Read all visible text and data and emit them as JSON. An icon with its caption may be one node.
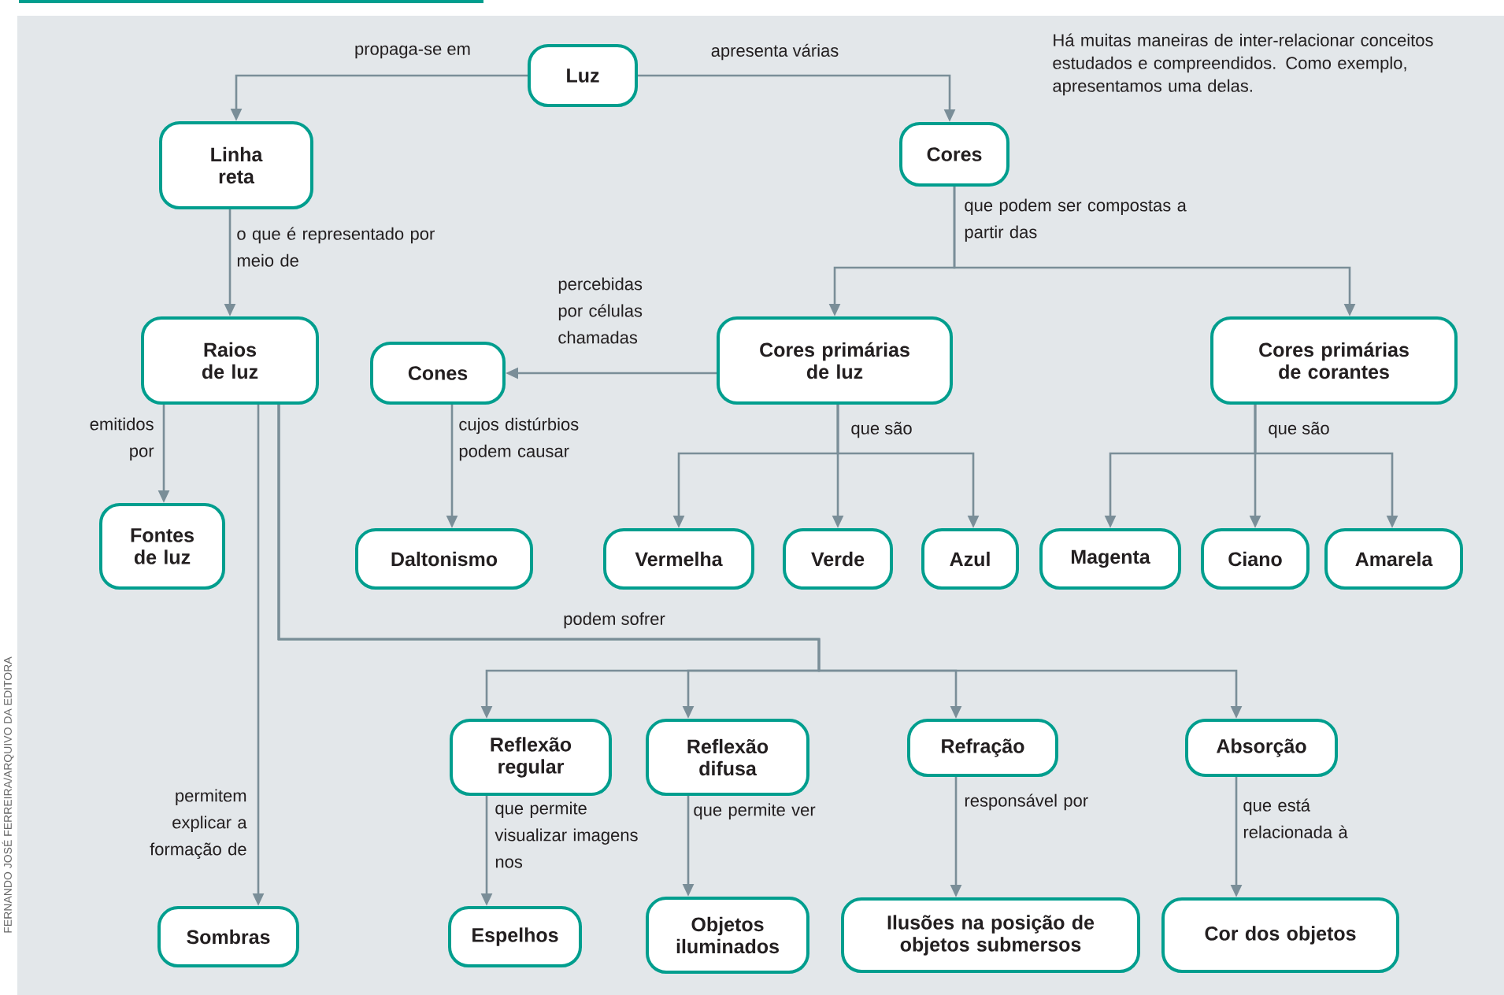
{
  "diagram": {
    "nodes": [
      {
        "text": [
          "Luz"
        ]
      },
      {
        "text": [
          "Linha reta"
        ]
      },
      {
        "text": [
          "Cores"
        ]
      },
      {
        "text": [
          "Raios de luz"
        ]
      },
      {
        "text": [
          "Cones"
        ]
      },
      {
        "text": [
          "Cores primárias de luz"
        ]
      },
      {
        "text": [
          "Cores primárias de corantes"
        ]
      },
      {
        "text": [
          "Fontes de luz"
        ]
      },
      {
        "text": [
          "Daltonismo"
        ]
      },
      {
        "text": [
          "Vermelha"
        ]
      },
      {
        "text": [
          "Verde"
        ]
      },
      {
        "text": [
          "Azul"
        ]
      },
      {
        "text": [
          "Magenta"
        ]
      },
      {
        "text": [
          "Ciano"
        ]
      },
      {
        "text": [
          "Amarela"
        ]
      },
      {
        "text": [
          "Reflexão regular"
        ]
      },
      {
        "text": [
          "Reflexão difusa"
        ]
      },
      {
        "text": [
          "Refração"
        ]
      },
      {
        "text": [
          "Absorção"
        ]
      },
      {
        "text": [
          "Sombras"
        ]
      },
      {
        "text": [
          "Espelhos"
        ]
      },
      {
        "text": [
          "Objetos iluminados"
        ]
      },
      {
        "text": [
          "Ilusões na posição de objetos submersos"
        ]
      },
      {
        "text": [
          "Cor dos objetos"
        ]
      }
    ],
    "edges": [
      {
        "from": 0,
        "to": 1,
        "arrow": "to",
        "label": "propaga-se em"
      },
      {
        "from": 0,
        "to": 2,
        "arrow": "to",
        "label": "apresenta várias"
      },
      {
        "from": 1,
        "to": 3,
        "arrow": "to",
        "label": "o que é representado por meio de"
      },
      {
        "from": 2,
        "to": 5,
        "arrow": "to",
        "label": "que podem ser compostas a partir das"
      },
      {
        "from": 2,
        "to": 6,
        "arrow": "to"
      },
      {
        "from": 5,
        "to": 4,
        "arrow": "to",
        "label": "percebidas por células chamadas"
      },
      {
        "from": 4,
        "to": 8,
        "arrow": "to",
        "label": "cujos distúrbios podem causar"
      },
      {
        "from": 5,
        "to": 9,
        "arrow": "to",
        "label": "que são"
      },
      {
        "from": 5,
        "to": 10,
        "arrow": "to"
      },
      {
        "from": 5,
        "to": 11,
        "arrow": "to"
      },
      {
        "from": 6,
        "to": 12,
        "arrow": "to",
        "label": "que são"
      },
      {
        "from": 6,
        "to": 13,
        "arrow": "to"
      },
      {
        "from": 6,
        "to": 14,
        "arrow": "to"
      },
      {
        "from": 3,
        "to": 7,
        "arrow": "to",
        "label": "emitidos por"
      },
      {
        "from": 3,
        "to": 19,
        "arrow": "to",
        "label": "permitem explicar a formação de"
      },
      {
        "from": 3,
        "to": 15,
        "arrow": "to",
        "label": "podem sofrer"
      },
      {
        "from": 3,
        "to": 16,
        "arrow": "to"
      },
      {
        "from": 3,
        "to": 17,
        "arrow": "to"
      },
      {
        "from": 3,
        "to": 18,
        "arrow": "to"
      },
      {
        "from": 15,
        "to": 20,
        "arrow": "to",
        "label": "que permite visualizar imagens nos"
      },
      {
        "from": 16,
        "to": 21,
        "arrow": "to",
        "label": "que permite ver"
      },
      {
        "from": 17,
        "to": 22,
        "arrow": "to",
        "label": "responsável por"
      },
      {
        "from": 18,
        "to": 23,
        "arrow": "to",
        "label": "que está relacionada à"
      }
    ],
    "labels": [
      "Há muitas maneiras de inter-relacionar conceitos estudados e compreendidos. Como exemplo, apresentamos uma delas.",
      "FERNANDO JOSÉ FERREIRA/ARQUIVO DA EDITORA"
    ]
  }
}
